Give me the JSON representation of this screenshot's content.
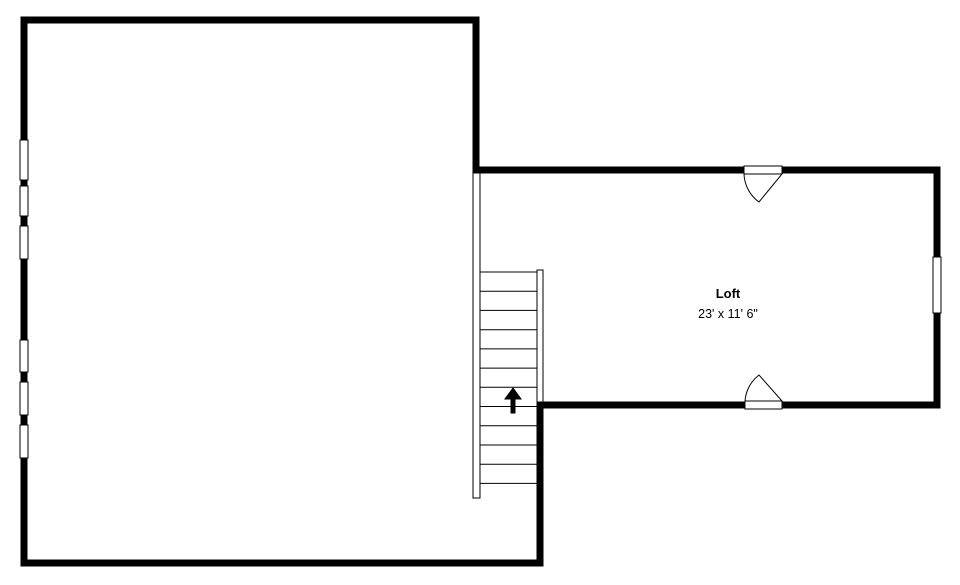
{
  "rooms": [
    {
      "name": "Loft",
      "dimensions": "23' x 11' 6\""
    }
  ],
  "stairs": {
    "direction": "up",
    "tread_count": 12
  },
  "icons": {
    "stair_arrow": "arrow-up-icon"
  },
  "colors": {
    "wall": "#000000",
    "background": "#ffffff"
  }
}
